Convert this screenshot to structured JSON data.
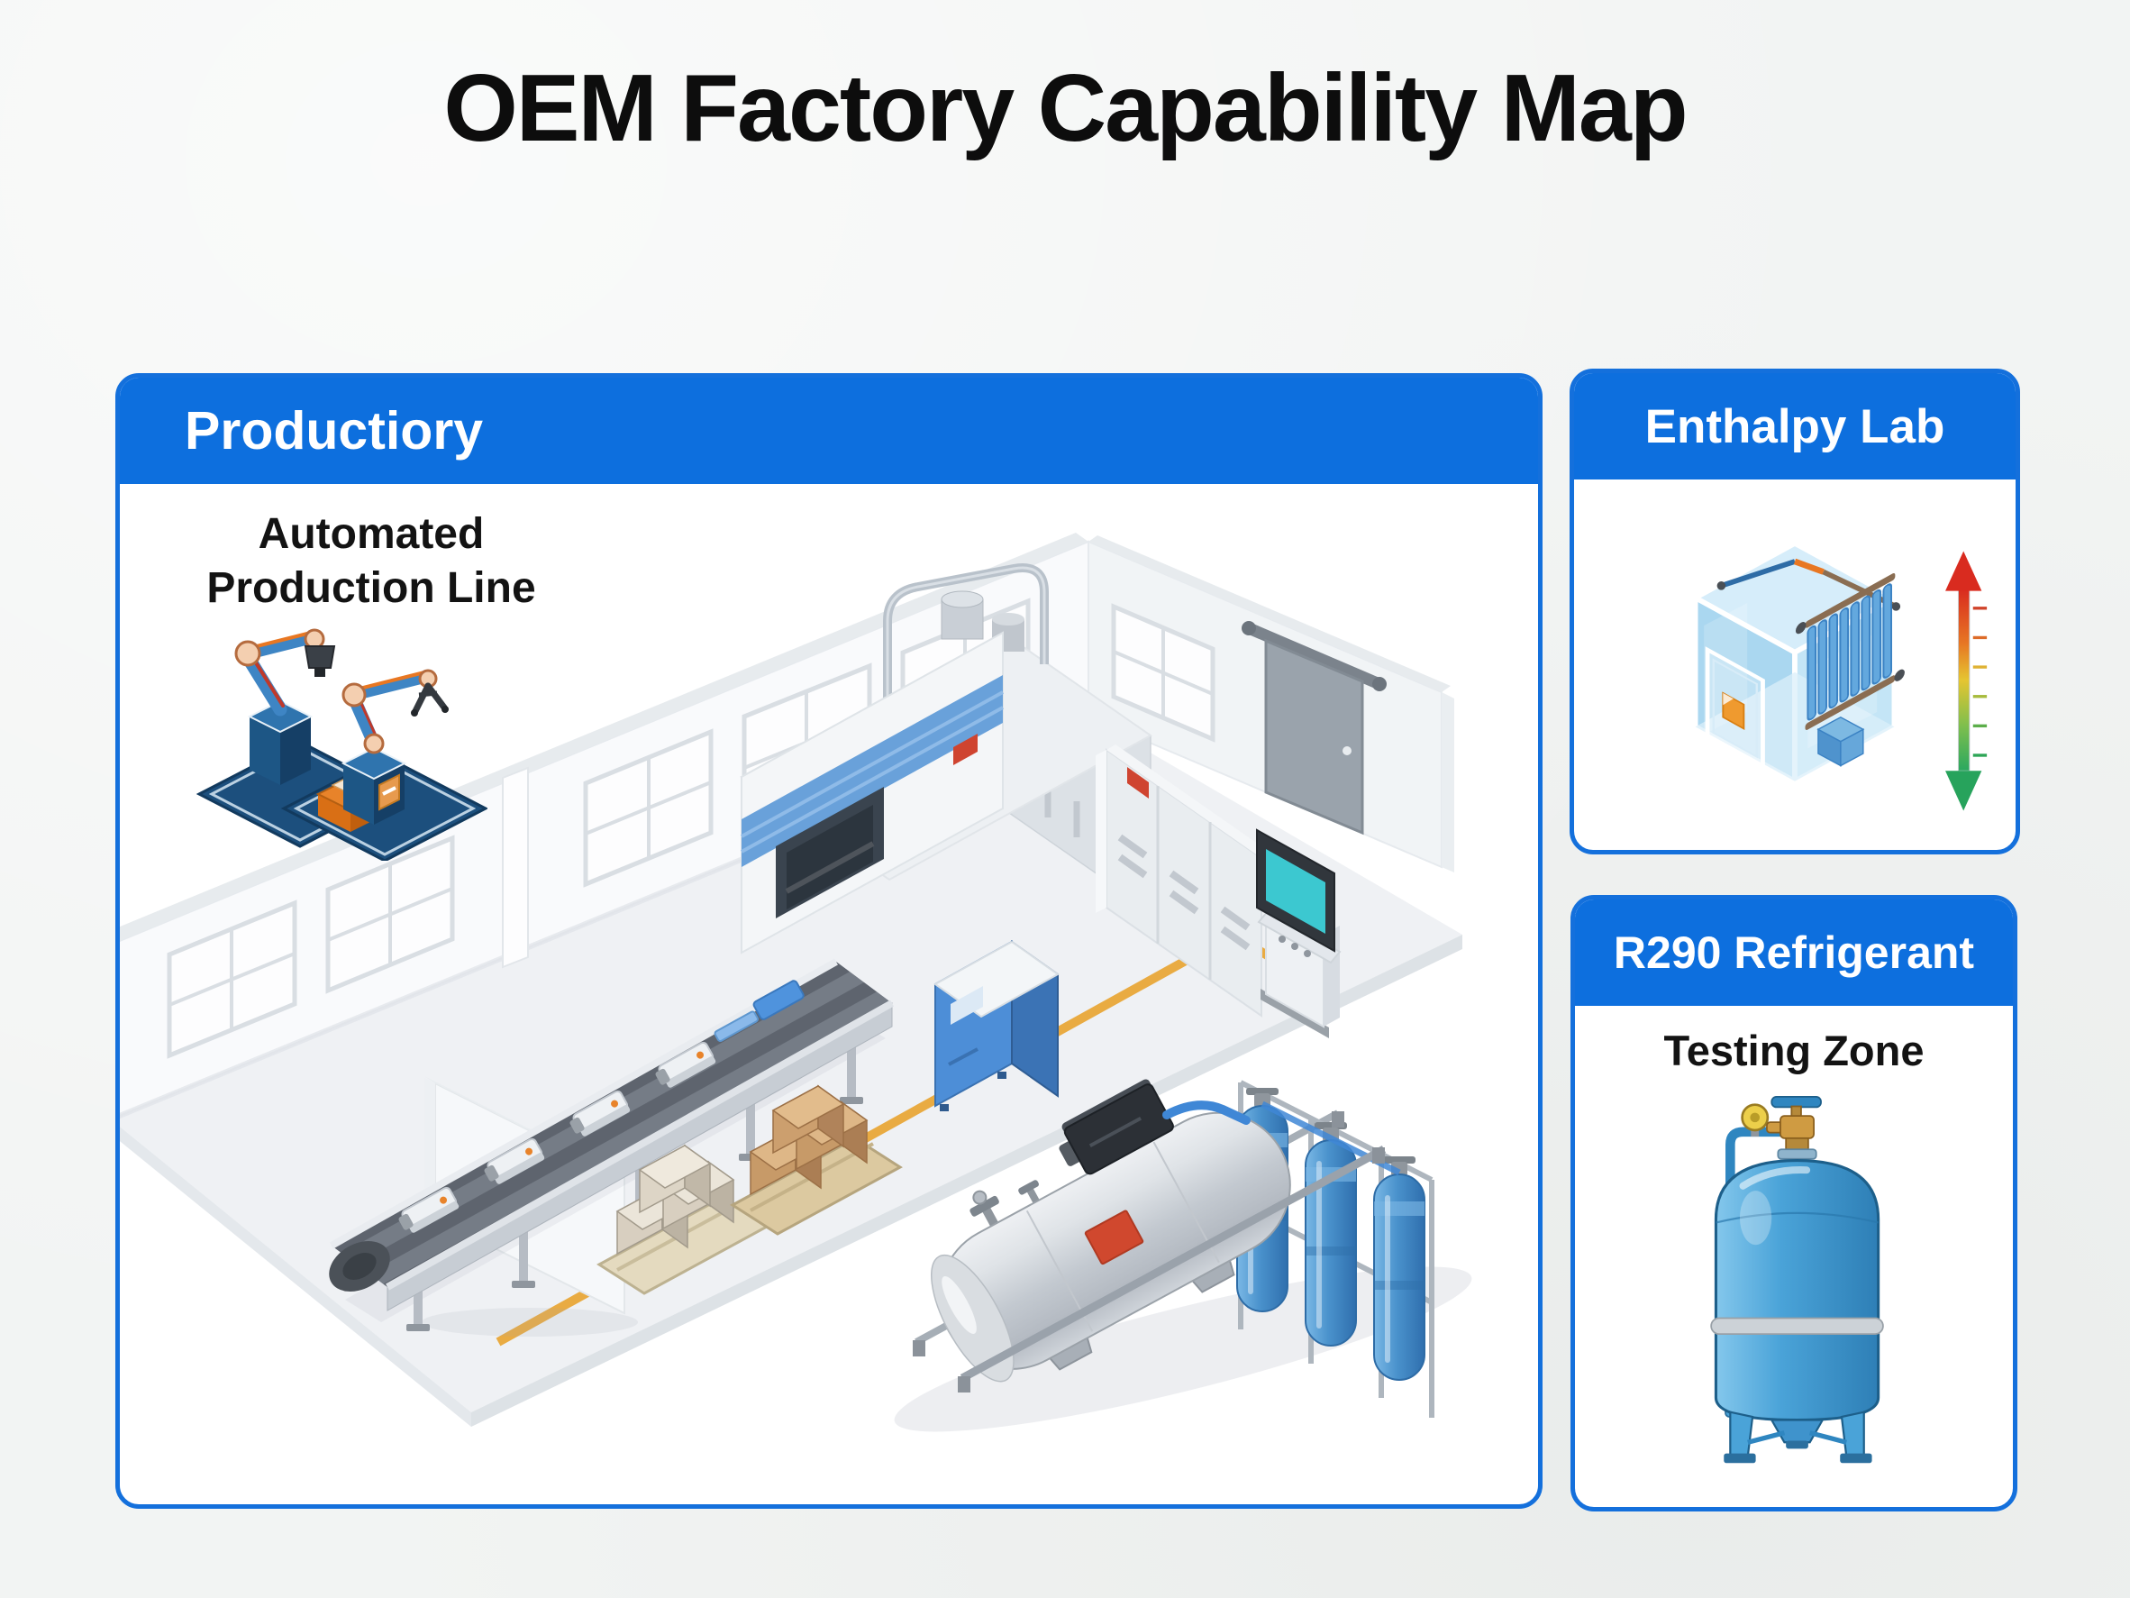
{
  "title": "OEM Factory Capability Map",
  "theme": {
    "background": "#f2f4f3",
    "panel_bg": "#ffffff",
    "header_blue": "#0d6fde",
    "border_blue": "#1470dc",
    "title_color": "#0d0d0d",
    "text_dark": "#131313",
    "floor_line_yellow": "#e9ab42",
    "screen_teal": "#3cc8d0",
    "accent_orange": "#e8832a",
    "machine_blue": "#4d8ed7",
    "tank_blue": "#4aa3d8"
  },
  "panels": {
    "production": {
      "header": "Productiory",
      "subtitle_lines": [
        "Automated",
        "Production Line"
      ],
      "icons": [
        "robotic-arms-icon",
        "factory-floor-illustration"
      ]
    },
    "enthalpy": {
      "header": "Enthalpy Lab",
      "icons": [
        "enthalpy-chamber-icon",
        "temperature-scale-arrow-icon"
      ]
    },
    "r290": {
      "header": "R290 Refrigerant",
      "subtitle": "Testing Zone",
      "icons": [
        "refrigerant-tank-icon"
      ]
    }
  }
}
